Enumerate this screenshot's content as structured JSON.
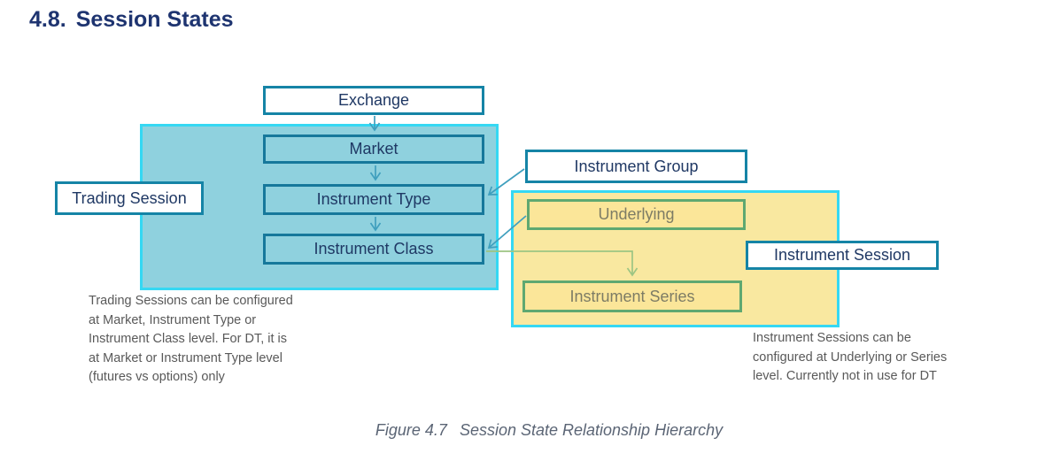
{
  "page": {
    "heading_number": "4.8.",
    "heading_title": "Session States",
    "caption_label": "Figure 4.7",
    "caption_text": "Session State Relationship Hierarchy"
  },
  "diagram": {
    "boxes": {
      "exchange": "Exchange",
      "market": "Market",
      "instrument_type": "Instrument Type",
      "instrument_class": "Instrument Class",
      "trading_session": "Trading Session",
      "instrument_group": "Instrument Group",
      "underlying": "Underlying",
      "instrument_series": "Instrument Series",
      "instrument_session": "Instrument Session"
    },
    "notes": {
      "trading_note": "Trading Sessions can be configured\nat Market, Instrument Type or\nInstrument Class level. For DT, it is\nat Market or Instrument Type level\n(futures vs options) only",
      "instrument_note": "Instrument Sessions can be\nconfigured at Underlying or Series\nlevel. Currently not in use for DT"
    },
    "arrows": [
      "exchange-to-market",
      "market-to-instrument-type",
      "instrument-type-to-instrument-class",
      "instrument-group-to-instrument-type",
      "underlying-to-instrument-class",
      "instrument-class-to-instrument-series"
    ],
    "colors": {
      "heading_text": "#1E3470",
      "node_text_navy": "#1F3864",
      "teal_node_border": "#16789B",
      "white_node_border": "#1584A6",
      "container_border_cyan": "#35D8F3",
      "cyan_container_fill": "#8FD1DE",
      "yellow_container_fill": "#F9E8A0",
      "yellow_node_fill": "#FBE699",
      "green_node_border": "#5FA871",
      "underlying_text": "#7D7C65",
      "note_text": "#595959",
      "caption_text": "#5B6575",
      "arrow_teal": "#3F9FBE",
      "arrow_green": "#9DC583"
    }
  }
}
